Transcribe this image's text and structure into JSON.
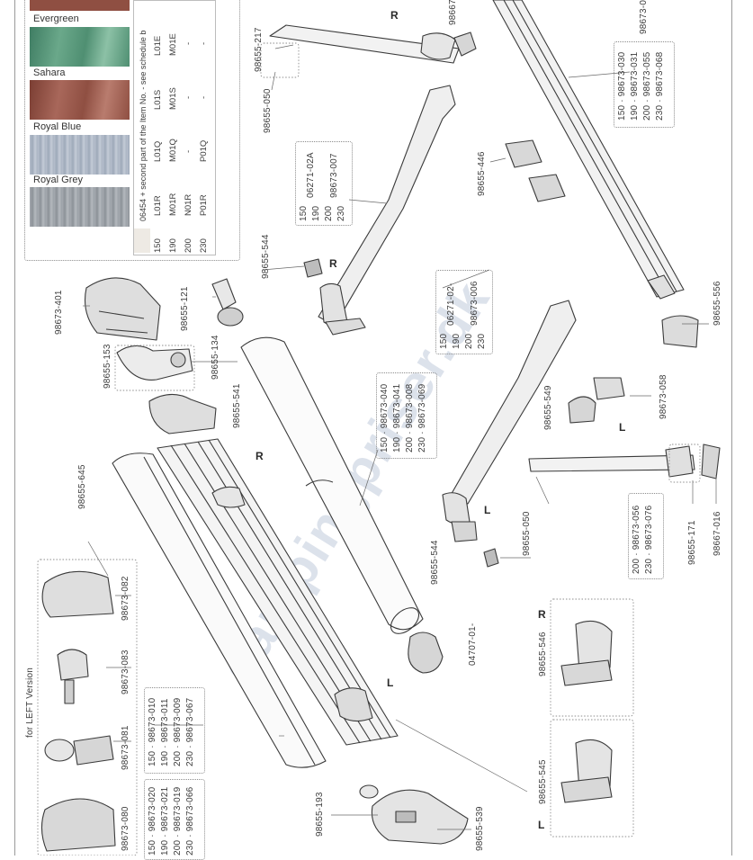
{
  "swatches": [
    {
      "name": "Evergreen",
      "color": "#4f8f72"
    },
    {
      "name": "Sahara",
      "color": "#8f4f42"
    },
    {
      "name": "Royal Blue",
      "color": "#a9b3c2"
    },
    {
      "name": "Royal Grey",
      "color": "#9aa0a6"
    }
  ],
  "table": {
    "caption": "06454 + second part of the Item No. - see schedule b",
    "sizes": [
      "150",
      "190",
      "200",
      "230"
    ],
    "columns": [
      [
        "L01R",
        "M01R",
        "N01R",
        "P01R"
      ],
      [
        "L01Q",
        "M01Q",
        "-",
        "P01Q"
      ],
      [
        "L01S",
        "M01S",
        "-",
        "-"
      ],
      [
        "L01E",
        "M01E",
        "-",
        "-"
      ]
    ]
  },
  "part_labels": [
    "98655-217",
    "98655-050",
    "98673-401",
    "98655-121",
    "98655-153",
    "98655-134",
    "98655-541",
    "98655-544",
    "98655-645",
    "98673-082",
    "98673-083",
    "98673-081",
    "98673-080",
    "98655-193",
    "98655-539",
    "98655-545",
    "98655-546",
    "04707-01-",
    "98655-544",
    "98655-050",
    "98655-549",
    "98673-058",
    "98655-171",
    "98667-016",
    "98655-556",
    "98655-446",
    "98673-0",
    "98667-"
  ],
  "size_tables": {
    "t1": [
      "150",
      "06271-02A",
      "190",
      "200",
      "98673-007",
      "230"
    ],
    "t2": [
      "150",
      "06271-02-",
      "190",
      "200",
      "98673-006",
      "230"
    ],
    "t3": [
      "150 · 98673-030",
      "190 · 98673-031",
      "200 · 98673-055",
      "230 · 98673-068"
    ],
    "t4": [
      "150 · 98673-040",
      "190 · 98673-041",
      "200 · 98673-008",
      "230 · 98673-069"
    ],
    "t5": [
      "150 · 98673-010",
      "190 · 98673-011",
      "200 · 98673-009",
      "230 · 98673-067"
    ],
    "t6": [
      "150 · 98673-020",
      "190 · 98673-021",
      "200 · 98673-019",
      "230 · 98673-066"
    ],
    "t7": [
      "200 · 98673-056",
      "230 · 98673-076"
    ]
  },
  "side_letters": [
    "R",
    "R",
    "R",
    "L",
    "L",
    "L",
    "R",
    "L"
  ],
  "left_version": "for LEFT Version",
  "watermark": "campingpriser.dk"
}
